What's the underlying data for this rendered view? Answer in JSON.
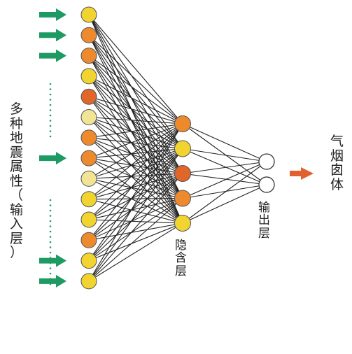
{
  "diagram": {
    "input_label": "多种地震属性（输入层）",
    "hidden_label": "隐含层",
    "output_label": "输出层",
    "target_label": "气烟囱体"
  },
  "layers": {
    "input": [
      "#f2d430",
      "#ee8a2e",
      "#ee8a2e",
      "#f2d430",
      "#e0662a",
      "#f2e495",
      "#ee8a2e",
      "#ee8a2e",
      "#f2e495",
      "#f2d430",
      "#f2d430",
      "#ee8a2e",
      "#f2d430",
      "#f2d430"
    ],
    "hidden": [
      "#ee8a2e",
      "#f2d430",
      "#e0662a",
      "#ee8a2e",
      "#f2d430"
    ],
    "output": [
      "#ffffff",
      "#ffffff"
    ]
  },
  "colors": {
    "arrow_input": "#1e9a63",
    "arrow_output": "#e06030",
    "edge": "#222222",
    "dots": "#1e9a63"
  }
}
